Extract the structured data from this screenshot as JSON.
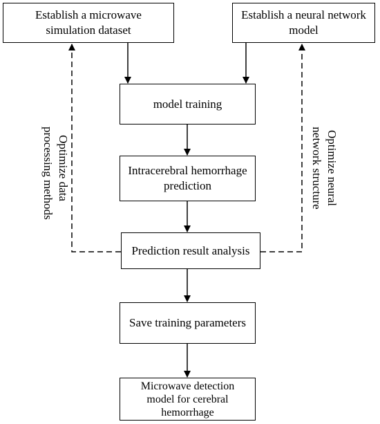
{
  "nodes": {
    "dataset": "Establish a microwave\nsimulation dataset",
    "neural_model": "Establish a neural network\nmodel",
    "training": "model training",
    "prediction": "Intracerebral hemorrhage\nprediction",
    "analysis": "Prediction result analysis",
    "save": "Save training parameters",
    "final": "Microwave detection\nmodel for cerebral\nhemorrhage"
  },
  "feedback_labels": {
    "left": [
      "Optimize data",
      "processing methods"
    ],
    "right": [
      "Optimize neural",
      "network structure"
    ]
  },
  "colors": {
    "stroke": "#000000",
    "background": "#ffffff"
  }
}
